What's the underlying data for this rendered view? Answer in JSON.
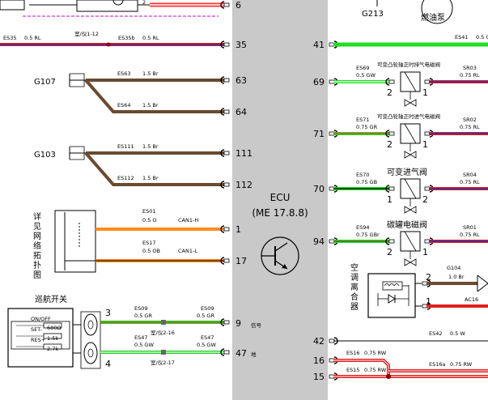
{
  "ecu": {
    "title": "ECU",
    "model": "(ME 17.8.8)"
  },
  "top": {
    "pin6": "6",
    "g213": "G213",
    "fuel_pump": "燃油泵"
  },
  "left": {
    "es35": {
      "wire": "ES35",
      "spec": "0.5 RL",
      "junction": "室/仪1-12",
      "wire2": "ES35b",
      "spec2": "0.5 RL",
      "pin": "35"
    },
    "g107": {
      "ground": "G107",
      "w1": "ES63",
      "s1": "1.5 Br",
      "p1": "63",
      "w2": "ES64",
      "s2": "1.5 Br",
      "p2": "64"
    },
    "g103": {
      "ground": "G103",
      "w1": "ES111",
      "s1": "1.5 Br",
      "p1": "111",
      "w2": "ES112",
      "s2": "1.5 Br",
      "p2": "112"
    },
    "topo_label": "详见网络拓扑图",
    "can_h": {
      "wire": "ES01",
      "spec": "0.5 O",
      "signal": "CAN1-H",
      "pin": "1"
    },
    "can_l": {
      "wire": "ES17",
      "spec": "0.5 OB",
      "signal": "CAN1-L",
      "pin": "17"
    },
    "cruise": {
      "title": "巡航开关",
      "labels": [
        "ON/OFF",
        "SET-",
        "RES+"
      ],
      "resistors": [
        "680Ω",
        "1.5k",
        "2.7k"
      ],
      "w1": "ES09",
      "s1": "0.5 GR",
      "c1": "3",
      "w1b": "ES09",
      "s1b": "0.5 GR",
      "p1": "9",
      "p1_label": "信号",
      "j1": "室/仪2-16",
      "w2": "ES47",
      "s2": "0.5 GW",
      "c2": "4",
      "w2b": "ES47",
      "s2b": "0.5 GW",
      "p2": "47",
      "p2_label": "地",
      "j2": "室/仪2-17"
    }
  },
  "right": {
    "p41": {
      "pin": "41",
      "wire": "ES41",
      "spec": "0.5 G"
    },
    "p69": {
      "pin": "69",
      "wire": "ES69",
      "spec": "0.5 GW",
      "name": "可变凸轮轴正时排气电磁阀",
      "c_left": "2",
      "c_right": "1",
      "out": "SR03",
      "out_spec": "0.75 RL"
    },
    "p71": {
      "pin": "71",
      "wire": "ES71",
      "spec": "0.75 GR",
      "name": "可变凸轮轴正时进气电磁阀",
      "c_left": "2",
      "c_right": "1",
      "out": "SR02",
      "out_spec": "0.75 RL"
    },
    "p70": {
      "pin": "70",
      "wire": "ES70",
      "spec": "0.75 GB",
      "name": "可变进气阀",
      "c_left": "1",
      "c_right": "2",
      "out": "SR04",
      "out_spec": "0.75 RL"
    },
    "p94": {
      "pin": "94",
      "wire": "ES94",
      "spec": "0.75 GBr",
      "name": "碳罐电磁阀",
      "c_left": "2",
      "c_right": "1",
      "out": "SR01",
      "out_spec": "0.75 RL"
    },
    "clutch": {
      "name": "空调离合器",
      "c_top": "2",
      "c_bottom": "1",
      "ground": "G104",
      "ground_spec": "1.0 Br",
      "out": "AC16"
    },
    "p42": {
      "pin": "42",
      "wire": "ES42",
      "spec": "0.5 W"
    },
    "p16": {
      "pin": "16",
      "wire": "ES16",
      "spec": "0.75 RW",
      "wire2": "ES16a",
      "spec2": "0.75 RW"
    },
    "p15": {
      "pin": "15",
      "wire": "ES15",
      "spec": "0.75 RW"
    }
  }
}
